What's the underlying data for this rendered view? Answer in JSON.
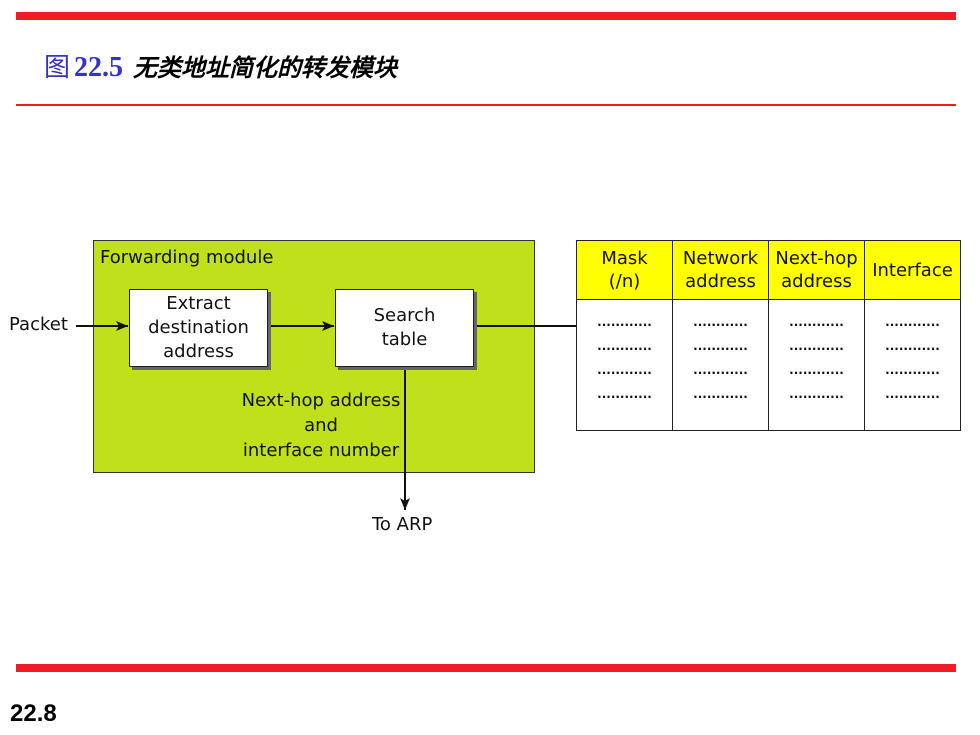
{
  "slide": {
    "figure_char": "图",
    "figure_number": "22.5",
    "title": "无类地址简化的转发模块",
    "page_number": "22.8"
  },
  "diagram": {
    "module_label": "Forwarding module",
    "input_label": "Packet",
    "box_extract": "Extract\ndestination\naddress",
    "box_search": "Search\ntable",
    "output_label": "Next-hop address\nand\ninterface number",
    "destination_label": "To ARP"
  },
  "table": {
    "headers": [
      "Mask\n(/n)",
      "Network\naddress",
      "Next-hop\naddress",
      "Interface"
    ],
    "rows": [
      [
        "............",
        "............",
        "............",
        "............"
      ],
      [
        "............",
        "............",
        "............",
        "............"
      ],
      [
        "............",
        "............",
        "............",
        "............"
      ],
      [
        "............",
        "............",
        "............",
        "............"
      ]
    ]
  },
  "colors": {
    "accent_red": "#ee1c25",
    "title_blue": "#3333cc",
    "module_green": "#bfe01a",
    "header_yellow": "#ffff00"
  }
}
